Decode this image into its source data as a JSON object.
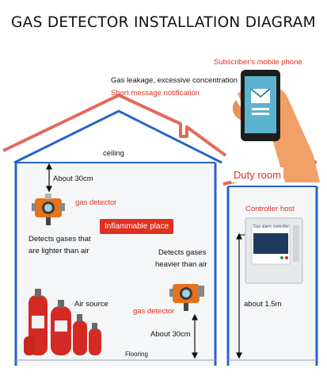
{
  "title": "GAS DETECTOR INSTALLATION DIAGRAM",
  "phone": {
    "label": "Subscriber's mobile phone"
  },
  "alert": {
    "line1": "Gas leakage, excessive concentration",
    "line2": "Short message notification"
  },
  "house": {
    "ceiling_label": "ceiling",
    "flooring_label": "Flooring",
    "top_distance": "About 30cm",
    "bottom_distance": "About 30cm",
    "place_badge": "Inflammable place",
    "light_gas_text_1": "Detects gases that",
    "light_gas_text_2": "are lighter than air",
    "heavy_gas_text_1": "Detects gases",
    "heavy_gas_text_2": "heavier than air",
    "air_source_label": "Air source",
    "detector_label_top": "gas detector",
    "detector_label_bottom": "gas detector"
  },
  "duty_room": {
    "title": "Duty room",
    "controller_label": "Controller host",
    "controller_screen_text": "Gas alarm controller",
    "height_label": "about 1.5m"
  },
  "colors": {
    "accent_red": "#e0301e",
    "house_blue": "#2a63c9",
    "roof_red": "#e46a5a"
  },
  "icons": [
    "phone-icon",
    "hand-icon",
    "email-icon",
    "gas-detector-icon",
    "gas-cylinder-icon",
    "controller-icon",
    "arrow-icon"
  ]
}
